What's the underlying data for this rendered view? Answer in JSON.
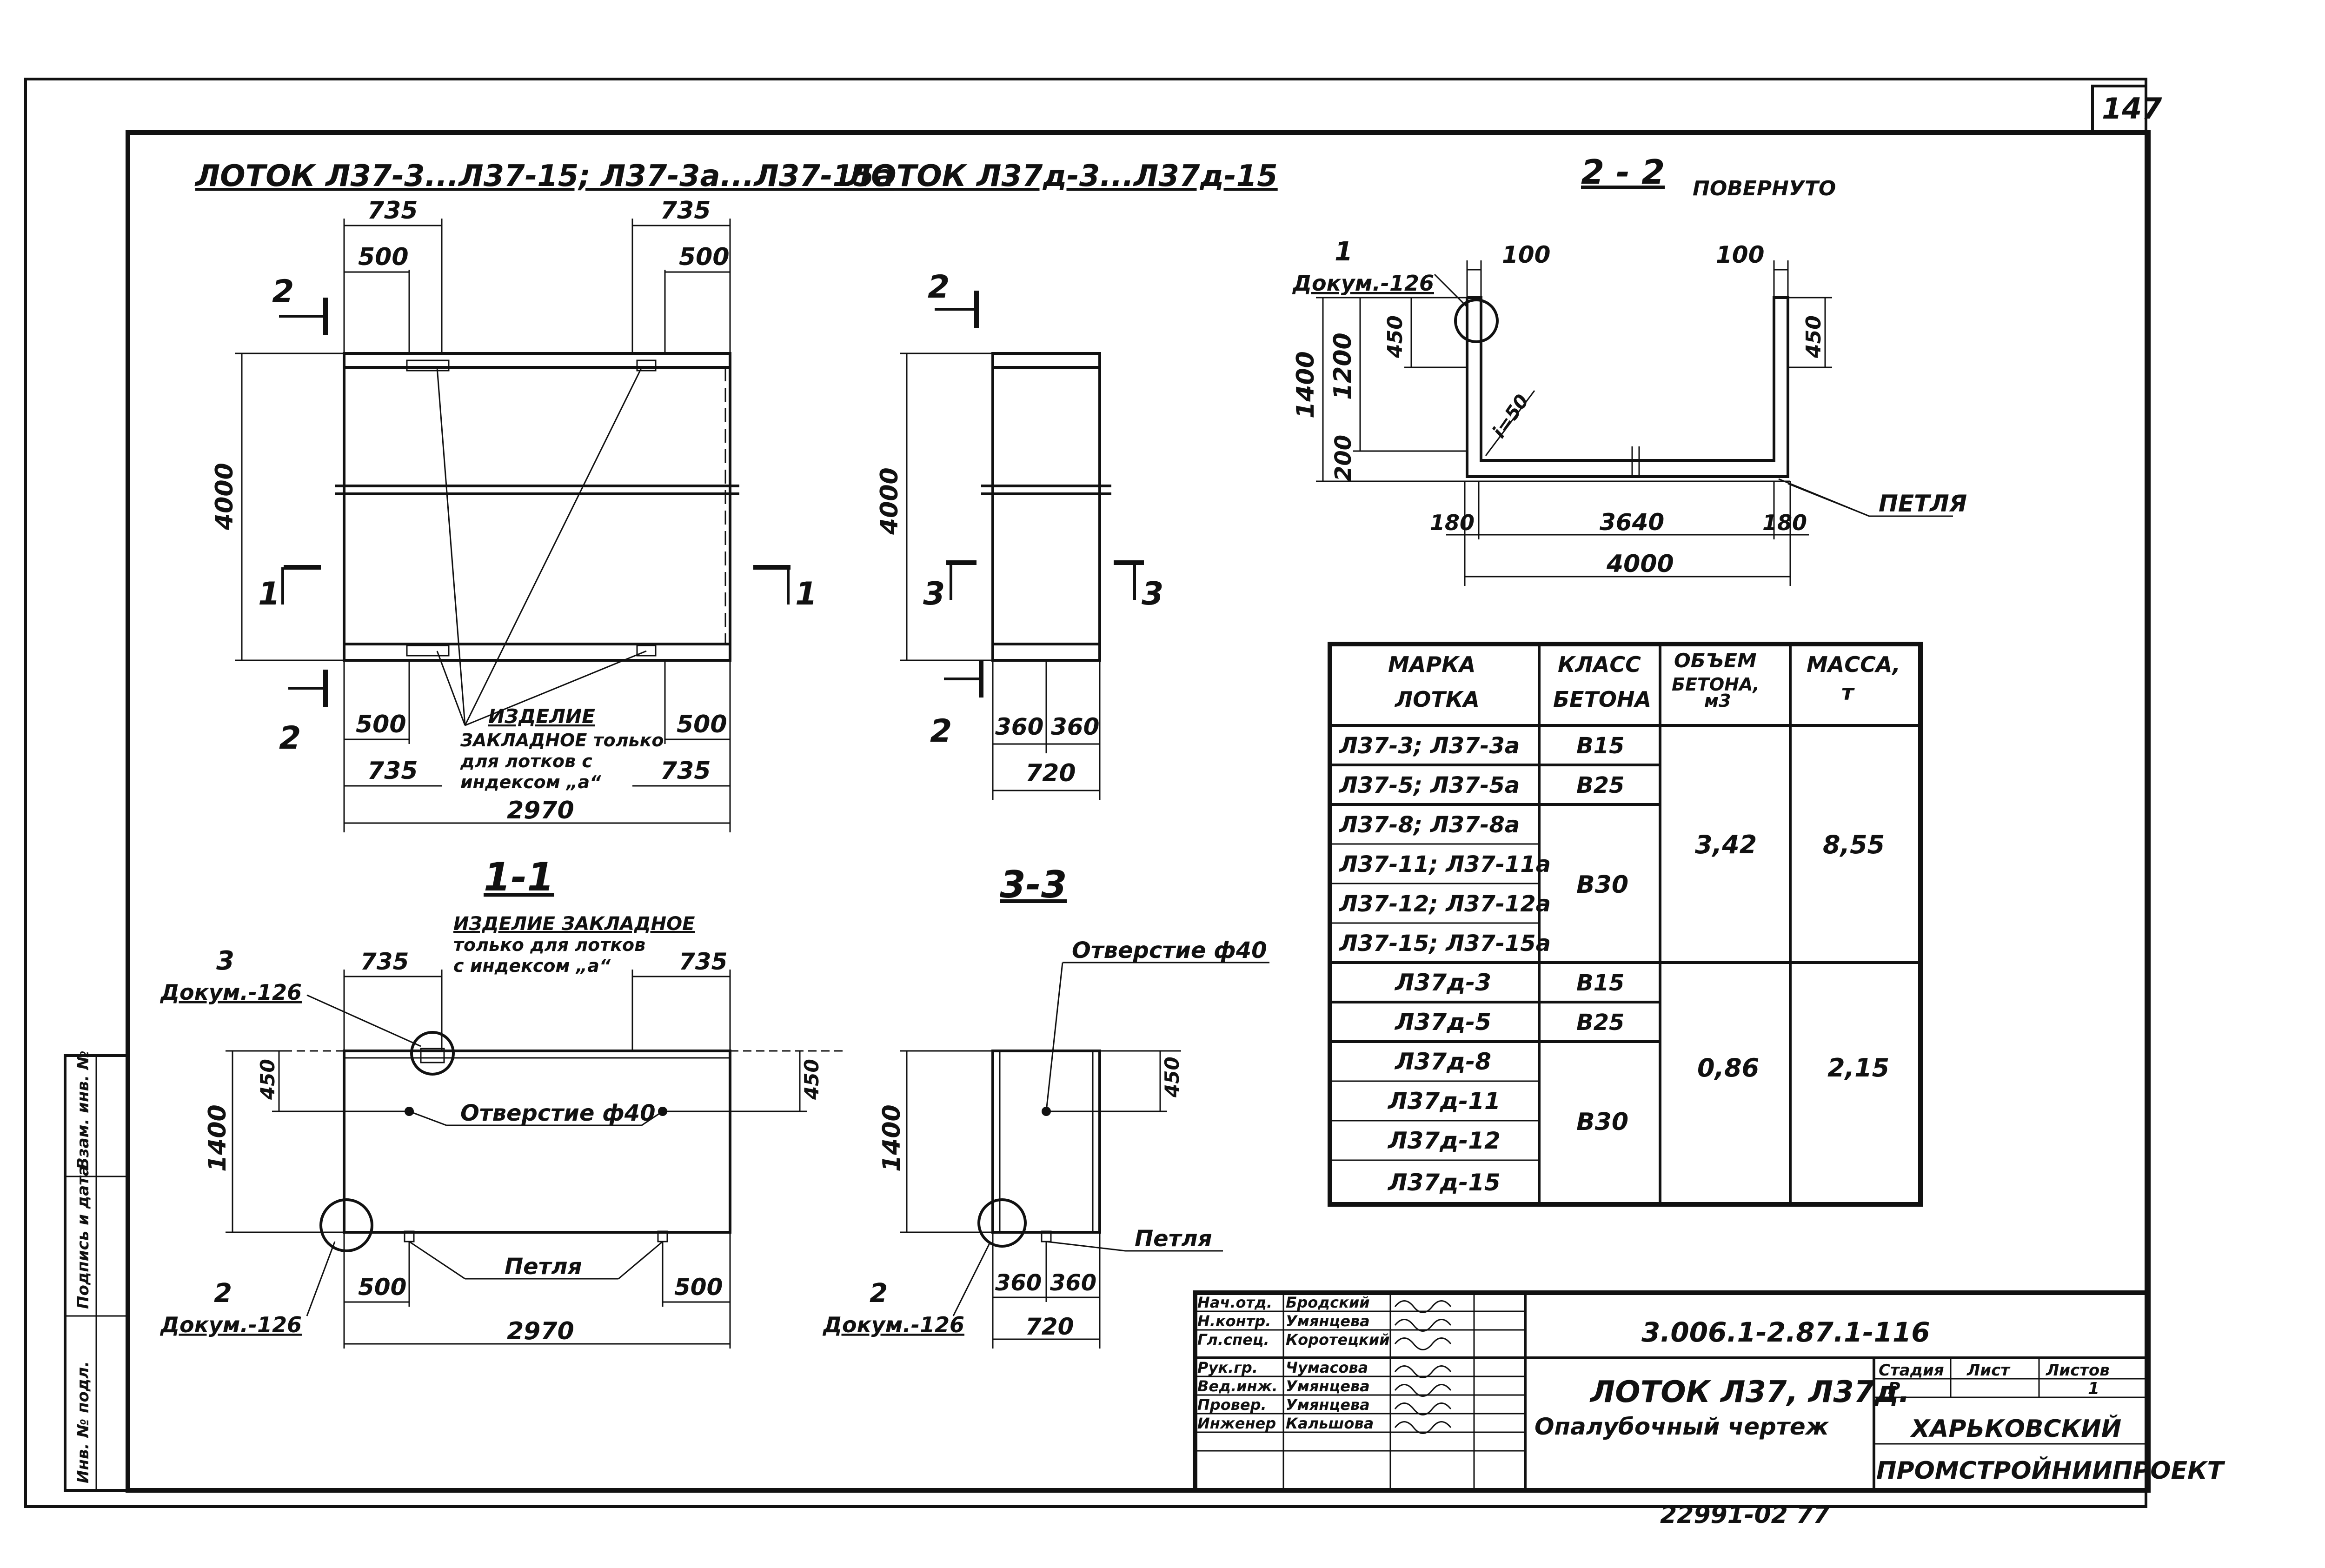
{
  "sheet": {
    "page_number": "147",
    "inventory_number": "22991-02   77",
    "side_stamp": {
      "c1": "Инв. № подл.",
      "c2": "Подпись и дата",
      "c3": "Взам. инв. №"
    }
  },
  "views": {
    "tray_a": {
      "title": "ЛОТОК Л37-3...Л37-15; Л37-3а...Л37-15а",
      "dims": {
        "top_left": "735",
        "top_right": "735",
        "inner_left": "500",
        "inner_right": "500",
        "height": "4000",
        "bot_left": "500",
        "bot_right": "500",
        "bot_outer_left": "735",
        "bot_outer_right": "735",
        "total": "2970"
      },
      "cut_labels": {
        "c2_top": "2",
        "c2_bot": "2",
        "c1_left": "1",
        "c1_right": "1"
      },
      "note": [
        "ИЗДЕЛИЕ",
        "ЗАКЛАДНОЕ только",
        "для лотков с",
        "индексом „а“"
      ]
    },
    "tray_d": {
      "title": "ЛОТОК Л37д-3...Л37д-15",
      "dims": {
        "height": "4000",
        "w_left": "360",
        "w_right": "360",
        "total": "720"
      },
      "cut_labels": {
        "c2_top": "2",
        "c2_bot": "2",
        "c3_left": "3",
        "c3_right": "3"
      }
    },
    "section_2_2": {
      "title": "2 - 2",
      "subtitle": "ПОВЕРНУТО",
      "ref_num": "1",
      "ref_doc": "Докум.-126",
      "dims": {
        "wall_l": "100",
        "wall_r": "100",
        "h_total": "1400",
        "h_inner": "1200",
        "h_bottom": "200",
        "slot_l": "450",
        "slot_r": "450",
        "slope": "i=50",
        "edge_l": "180",
        "inner_w": "3640",
        "edge_r": "180",
        "total_w": "4000"
      },
      "loop_label": "ПЕТЛЯ"
    },
    "section_1_1": {
      "title": "1-1",
      "note": [
        "ИЗДЕЛИЕ ЗАКЛАДНОЕ",
        "только для лотков",
        "с индексом „а“"
      ],
      "ref_top_num": "3",
      "ref_top_doc": "Докум.-126",
      "ref_bot_num": "2",
      "ref_bot_doc": "Докум.-126",
      "hole_label": "Отверстие ф40",
      "loop_label": "Петля",
      "dims": {
        "top_left": "735",
        "top_right": "735",
        "slot_l": "450",
        "slot_r": "450",
        "height": "1400",
        "bot_left": "500",
        "bot_right": "500",
        "total": "2970"
      }
    },
    "section_3_3": {
      "title": "3-3",
      "hole_label": "Отверстие ф40",
      "loop_label": "Петля",
      "ref_num": "2",
      "ref_doc": "Докум.-126",
      "dims": {
        "height": "1400",
        "slot": "450",
        "w_left": "360",
        "w_right": "360",
        "total": "720"
      }
    }
  },
  "spec_table": {
    "headers": [
      [
        "МАРКА",
        "ЛОТКА"
      ],
      [
        "КЛАСС",
        "БЕТОНА"
      ],
      [
        "ОБЪЕМ",
        "БЕТОНА,",
        "м3"
      ],
      [
        "МАССА,",
        "т"
      ]
    ],
    "group1": {
      "marks": [
        "Л37-3; Л37-3а",
        "Л37-5; Л37-5а",
        "Л37-8; Л37-8а",
        "Л37-11; Л37-11а",
        "Л37-12; Л37-12а",
        "Л37-15; Л37-15а"
      ],
      "classes": [
        "В15",
        "В25",
        "В30"
      ],
      "volume": "3,42",
      "mass": "8,55"
    },
    "group2": {
      "marks": [
        "Л37д-3",
        "Л37д-5",
        "Л37д-8",
        "Л37д-11",
        "Л37д-12",
        "Л37д-15"
      ],
      "classes": [
        "В15",
        "В25",
        "В30"
      ],
      "volume": "0,86",
      "mass": "2,15"
    }
  },
  "title_block": {
    "code": "3.006.1-2.87.1-116",
    "name": "ЛОТОК Л37, Л37д.",
    "subname": "Опалубочный чертеж",
    "stage_label": "Стадия",
    "sheet_label": "Лист",
    "sheets_label": "Листов",
    "stage": "Р",
    "sheet": "",
    "sheets": "1",
    "org_line1": "ХАРЬКОВСКИЙ",
    "org_line2": "ПРОМСТРОЙНИИПРОЕКТ",
    "staff": [
      {
        "role": "Нач.отд.",
        "name": "Бродский"
      },
      {
        "role": "Н.контр.",
        "name": "Умянцева"
      },
      {
        "role": "Гл.спец.",
        "name": "Коротецкий"
      },
      {
        "role": "Рук.гр.",
        "name": "Чумасова"
      },
      {
        "role": "Вед.инж.",
        "name": "Умянцева"
      },
      {
        "role": "Провер.",
        "name": "Умянцева"
      },
      {
        "role": "Инженер",
        "name": "Кальшова"
      }
    ]
  }
}
